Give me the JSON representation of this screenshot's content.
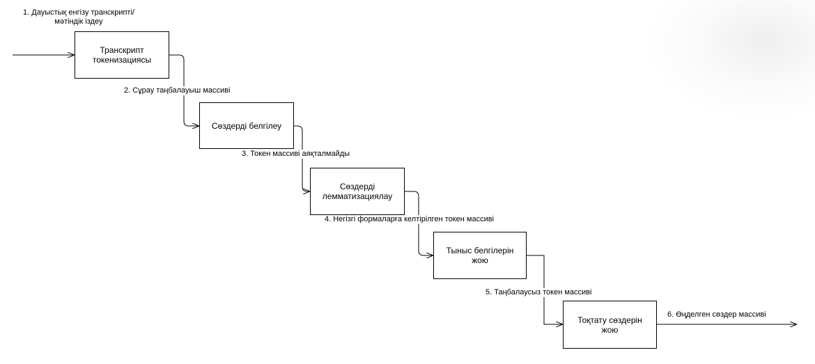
{
  "diagram": {
    "steps": [
      {
        "label": "Транскрипт\nтокенизациясы"
      },
      {
        "label": "Сөздерді белгілеу"
      },
      {
        "label": "Сөздерді\nлемматизациялау"
      },
      {
        "label": "Тыныс белгілерін\nжою"
      },
      {
        "label": "Тоқтату сөздерін\nжою"
      }
    ],
    "flows": [
      {
        "label": "1. Дауыстық енгізу транскрипті/\nмәтіндік іздеу"
      },
      {
        "label": "2. Сұрау таңбалауыш массиві"
      },
      {
        "label": "3. Токен массиві аяқталмайды"
      },
      {
        "label": "4. Негізгі формаларға келтірілген токен массиві"
      },
      {
        "label": "5. Таңбалаусыз токен массиві"
      },
      {
        "label": "6. Өңделген сөздер массиві"
      }
    ]
  }
}
